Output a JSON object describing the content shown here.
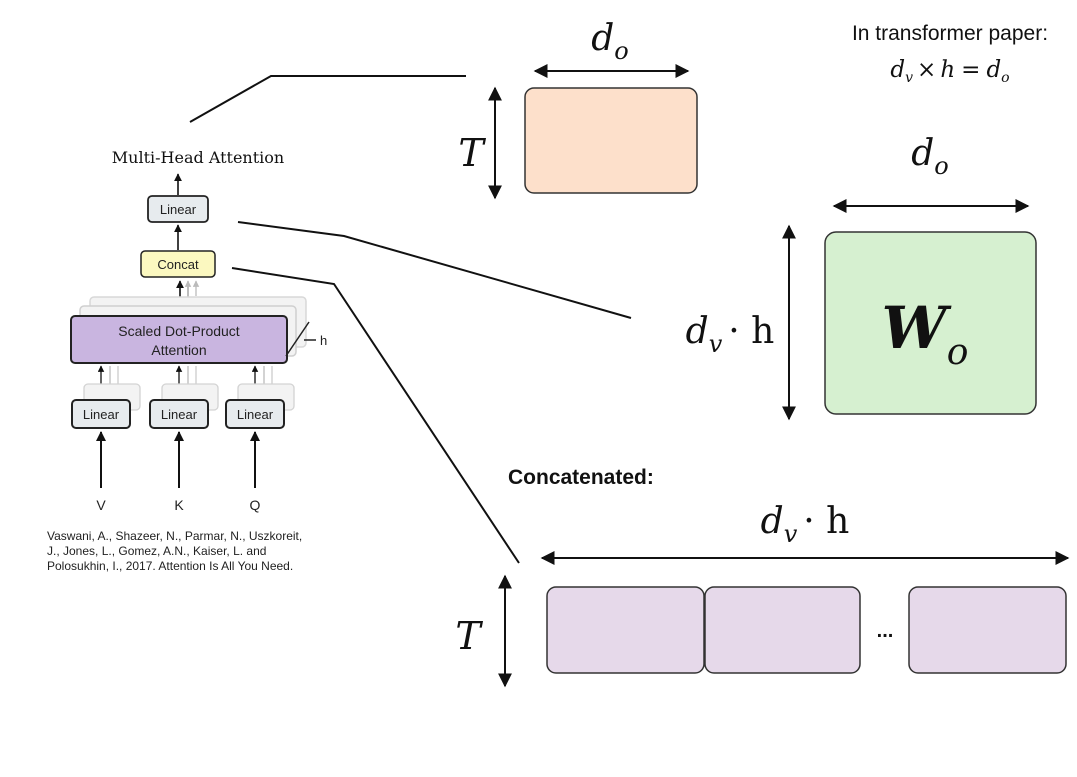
{
  "diagram": {
    "title": "Multi-Head Attention",
    "blocks": {
      "linear_top": "Linear",
      "concat": "Concat",
      "sdpa_line1": "Scaled Dot-Product",
      "sdpa_line2": "Attention",
      "heads_label": "h",
      "linear_v": "Linear",
      "linear_k": "Linear",
      "linear_q": "Linear"
    },
    "inputs": [
      "V",
      "K",
      "Q"
    ]
  },
  "citation": {
    "line1": "Vaswani, A., Shazeer, N., Parmar, N., Uszkoreit,",
    "line2": "J., Jones, L., Gomez, A.N., Kaiser, L. and",
    "line3": "Polosukhin, I., 2017. Attention Is All You Need."
  },
  "note": {
    "line1": "In transformer paper:",
    "eq_dv": "d",
    "eq_dv_sub": "v",
    "eq_times": "×",
    "eq_h": "h",
    "eq_eq": "=",
    "eq_do": "d",
    "eq_do_sub": "o"
  },
  "output_matrix": {
    "width_label": "d",
    "width_sub": "o",
    "height_label": "T",
    "color": "#fde0cb"
  },
  "weight_matrix": {
    "width_label": "d",
    "width_sub": "o",
    "height_label_main": "d",
    "height_label_sub": "v",
    "height_label_rest": "· h",
    "name_main": "W",
    "name_sub": "o",
    "color": "#d6f0d0"
  },
  "concatenated": {
    "title": "Concatenated:",
    "width_label_main": "d",
    "width_label_sub": "v",
    "width_label_rest": "· h",
    "height_label": "T",
    "ellipsis": "...",
    "color": "#e6d9ea"
  }
}
